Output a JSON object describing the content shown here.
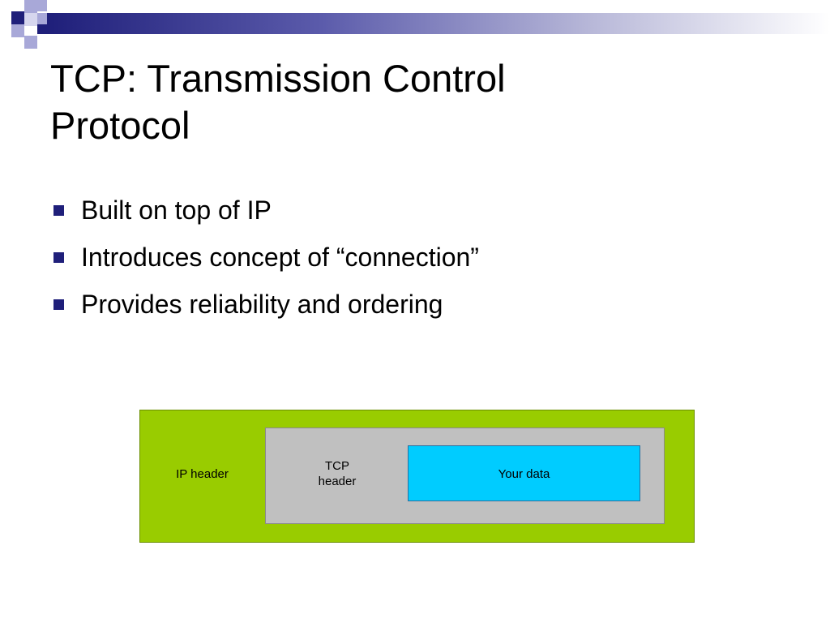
{
  "slide": {
    "title_line1": "TCP: Transmission Control",
    "title_line2": "Protocol",
    "bullets": [
      "Built on top of IP",
      "Introduces concept of “connection”",
      "Provides reliability and ordering"
    ]
  },
  "diagram": {
    "ip_header_label": "IP header",
    "tcp_header_line1": "TCP",
    "tcp_header_line2": "header",
    "data_label": "Your data"
  },
  "colors": {
    "accent_navy": "#1f1f7a",
    "ip_box": "#99cc00",
    "tcp_box": "#c0c0c0",
    "data_box": "#00ccff"
  },
  "icons": {
    "bullet": "square-bullet-icon"
  }
}
